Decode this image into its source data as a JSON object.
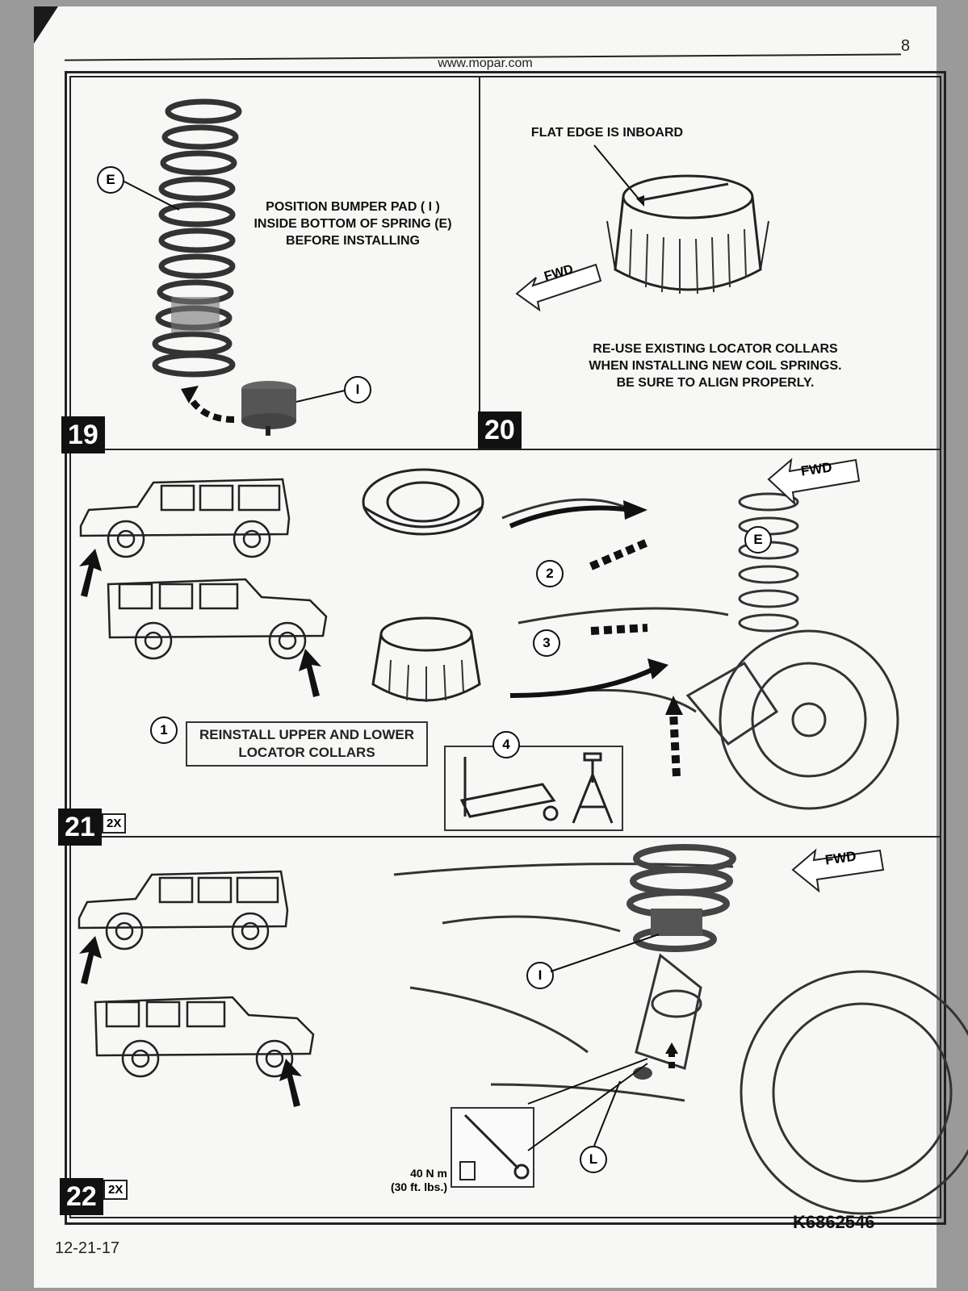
{
  "page_number": "8",
  "url": "www.mopar.com",
  "steps": {
    "s19": {
      "number": "19",
      "instruction": "POSITION BUMPER PAD ( I )\nINSIDE BOTTOM OF SPRING (E)\nBEFORE INSTALLING",
      "callout_spring": "E",
      "callout_pad": "I"
    },
    "s20": {
      "number": "20",
      "flat_edge_label": "FLAT EDGE IS INBOARD",
      "fwd": "FWD",
      "instruction": "RE-USE EXISTING LOCATOR COLLARS\nWHEN INSTALLING NEW COIL SPRINGS.\nBE SURE TO ALIGN PROPERLY."
    },
    "s21": {
      "number": "21",
      "multiplier": "2X",
      "fwd": "FWD",
      "callout_spring": "E",
      "callout_1": "1",
      "callout_2": "2",
      "callout_3": "3",
      "callout_4": "4",
      "instruction": "REINSTALL UPPER AND LOWER\nLOCATOR COLLARS"
    },
    "s22": {
      "number": "22",
      "multiplier": "2X",
      "fwd": "FWD",
      "callout_pad": "I",
      "callout_nut": "L",
      "torque_nm": "40 N m",
      "torque_ftlbs": "(30 ft. lbs.)"
    }
  },
  "footer": {
    "date": "12-21-17",
    "doc_code": "K6862546"
  }
}
